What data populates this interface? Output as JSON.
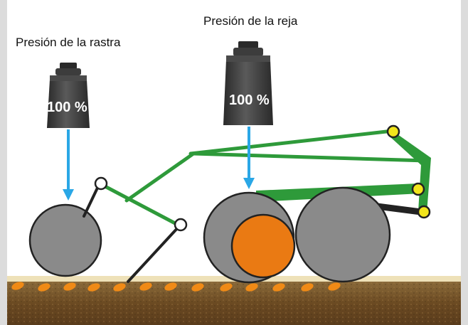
{
  "labels": {
    "harrow_pressure": "Presión de la rastra",
    "coulter_pressure": "Presión de la reja"
  },
  "weights": {
    "harrow_value": "100 %",
    "coulter_value": "100 %"
  },
  "colors": {
    "frame_green": "#2e9a3a",
    "arrow_blue": "#2aa7e6",
    "wheel_gray": "#8a8a8a",
    "disc_orange": "#ea7a13",
    "pivot_yellow": "#f2e51c",
    "weight_dark": "#3c3c3c",
    "soil_brown": "#6b4a22",
    "seed_orange": "#f08a16",
    "ground_beige": "#eee1b8"
  }
}
